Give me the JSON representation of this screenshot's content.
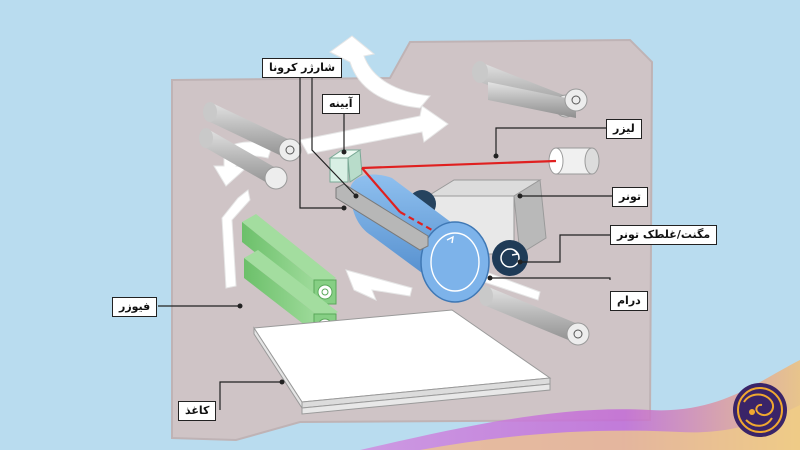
{
  "labels": {
    "corona_charger": "شارژر کرونا",
    "mirror": "آیینه",
    "laser": "لیزر",
    "toner": "تونر",
    "magnet_roller": "مگنت/غلطک تونر",
    "drum": "درام",
    "fuser": "فیوزر",
    "paper": "کاغذ"
  },
  "colors": {
    "background": "#b9dcef",
    "housing": "#cfc4c6",
    "drum": "#6aa6e0",
    "fuser": "#86cf84",
    "laser": "#e02020",
    "mirror": "#d8efe4",
    "magnet_roller": "#1f3b57"
  },
  "icons": [
    "paper-flow-arrow",
    "roller",
    "decorative-logo"
  ]
}
